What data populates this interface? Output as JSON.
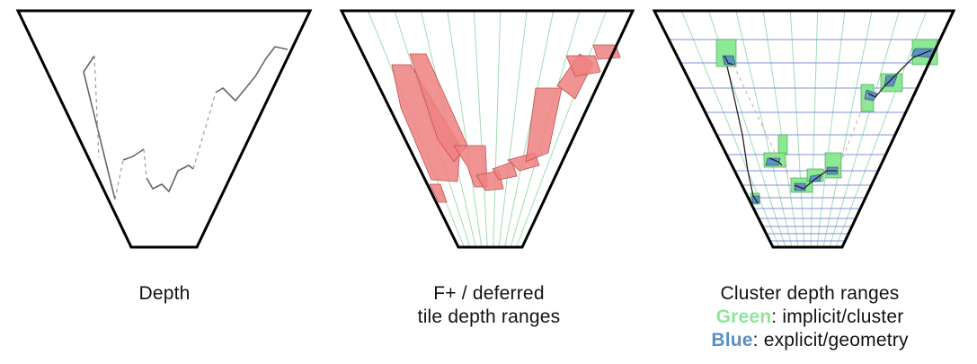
{
  "panels": [
    {
      "id": "depth",
      "caption_lines": [
        "Depth"
      ]
    },
    {
      "id": "tile",
      "caption_lines": [
        "F+ / deferred",
        "tile depth ranges"
      ]
    },
    {
      "id": "cluster",
      "caption_line1": "Cluster depth ranges",
      "legend": [
        {
          "keyword": "Green",
          "rest": ": implicit/cluster",
          "color": "#8ee59a"
        },
        {
          "keyword": "Blue",
          "rest": ": explicit/geometry",
          "color": "#5b8ec4"
        }
      ]
    }
  ],
  "colors": {
    "frustum_outline": "#000000",
    "depth_line": "#666666",
    "tile_grid": "#9fdcb4",
    "tile_range_fill": "#f08080",
    "cluster_grid_vertical": "#9fdcb4",
    "cluster_grid_horizontal": "#7f8fd8",
    "cluster_green": "#86e88e",
    "cluster_blue": "#5b8ec4"
  }
}
